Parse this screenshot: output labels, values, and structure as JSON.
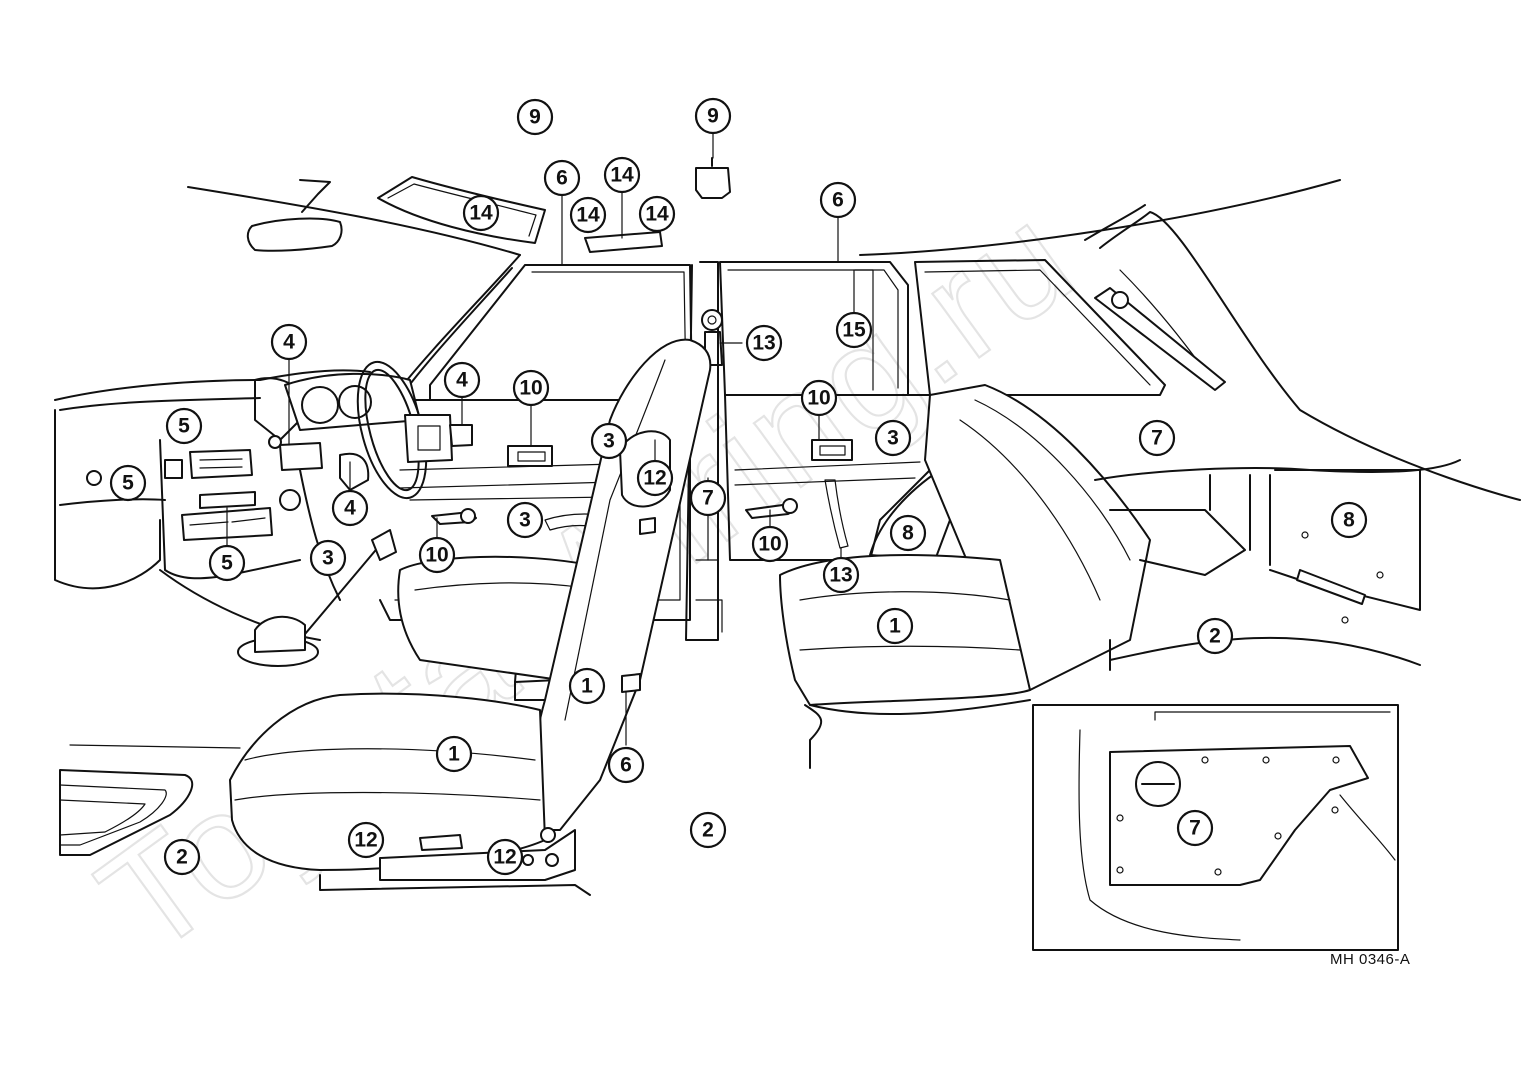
{
  "watermark": "Toyota-Wiring.ru",
  "drawing_code": "MH  0346-A",
  "callouts": [
    {
      "id": "c9a",
      "label": "9"
    },
    {
      "id": "c9b",
      "label": "9"
    },
    {
      "id": "c6a",
      "label": "6"
    },
    {
      "id": "c14a",
      "label": "14"
    },
    {
      "id": "c14b",
      "label": "14"
    },
    {
      "id": "c14c",
      "label": "14"
    },
    {
      "id": "c14d",
      "label": "14"
    },
    {
      "id": "c6b",
      "label": "6"
    },
    {
      "id": "c15",
      "label": "15"
    },
    {
      "id": "c13a",
      "label": "13"
    },
    {
      "id": "c4a",
      "label": "4"
    },
    {
      "id": "c4b",
      "label": "4"
    },
    {
      "id": "c10a",
      "label": "10"
    },
    {
      "id": "c10b",
      "label": "10"
    },
    {
      "id": "c5a",
      "label": "5"
    },
    {
      "id": "c3a",
      "label": "3"
    },
    {
      "id": "c3b",
      "label": "3"
    },
    {
      "id": "c7a",
      "label": "7"
    },
    {
      "id": "c5b",
      "label": "5"
    },
    {
      "id": "c12a",
      "label": "12"
    },
    {
      "id": "c4c",
      "label": "4"
    },
    {
      "id": "c7b",
      "label": "7"
    },
    {
      "id": "c8a",
      "label": "8"
    },
    {
      "id": "c8b",
      "label": "8"
    },
    {
      "id": "c3c",
      "label": "3"
    },
    {
      "id": "c10c",
      "label": "10"
    },
    {
      "id": "c10d",
      "label": "10"
    },
    {
      "id": "c5c",
      "label": "5"
    },
    {
      "id": "c3d",
      "label": "3"
    },
    {
      "id": "c13b",
      "label": "13"
    },
    {
      "id": "c1a",
      "label": "1"
    },
    {
      "id": "c2a",
      "label": "2"
    },
    {
      "id": "c1b",
      "label": "1"
    },
    {
      "id": "c1c",
      "label": "1"
    },
    {
      "id": "c6c",
      "label": "6"
    },
    {
      "id": "c7c",
      "label": "7"
    },
    {
      "id": "c2b",
      "label": "2"
    },
    {
      "id": "c12b",
      "label": "12"
    },
    {
      "id": "c2c",
      "label": "2"
    },
    {
      "id": "c12c",
      "label": "12"
    }
  ]
}
